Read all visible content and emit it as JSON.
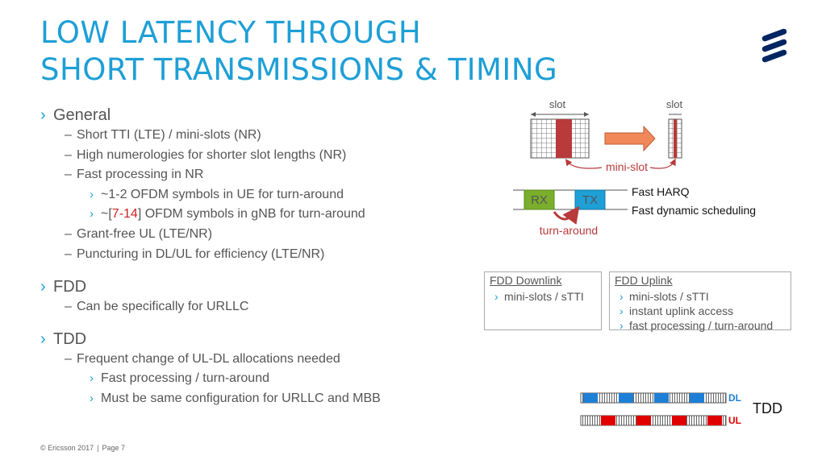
{
  "slide": {
    "title_line1": "LOW LATENCY THROUGH",
    "title_line2": "SHORT TRANSMISSIONS & TIMING",
    "footer_copyright": "© Ericsson 2017",
    "footer_separator": "|",
    "footer_page": "Page 7"
  },
  "bullets": {
    "general": {
      "heading": "General",
      "items": [
        "Short TTI (LTE) / mini-slots (NR)",
        "High numerologies for shorter slot lengths (NR)",
        "Fast processing in NR"
      ],
      "sub_items": [
        "~1-2 OFDM symbols in UE for turn-around",
        "~[7-14] OFDM symbols in gNB for turn-around"
      ],
      "sub_item2_prefix": "~[",
      "sub_item2_highlight": "7-14",
      "sub_item2_suffix": "] OFDM symbols in gNB for turn-around",
      "items_after": [
        "Grant-free UL (LTE/NR)",
        "Puncturing in DL/UL for efficiency (LTE/NR)"
      ]
    },
    "fdd": {
      "heading": "FDD",
      "items": [
        "Can be specifically for URLLC"
      ]
    },
    "tdd": {
      "heading": "TDD",
      "items": [
        "Frequent change of UL-DL allocations needed"
      ],
      "sub_items": [
        "Fast processing / turn-around",
        "Must be same configuration for URLLC and MBB"
      ]
    }
  },
  "diagram": {
    "slot_label_left": "slot",
    "slot_label_right": "slot",
    "mini_slot_label": "mini-slot",
    "rx_label": "RX",
    "tx_label": "TX",
    "fast_harq": "Fast HARQ",
    "fast_scheduling": "Fast dynamic scheduling",
    "turnaround_label": "turn-around",
    "fdd_downlink": {
      "title": "FDD  Downlink",
      "items": [
        "mini-slots / sTTI"
      ]
    },
    "fdd_uplink": {
      "title": "FDD Uplink",
      "items": [
        "mini-slots / sTTI",
        "instant uplink access",
        "fast processing / turn-around"
      ]
    },
    "tdd_label": "TDD",
    "dl_label": "DL",
    "ul_label": "UL"
  },
  "colors": {
    "accent_blue": "#1e9fd6",
    "red_block": "#b83a3a",
    "orange_arrow": "#f0885a",
    "rx_green": "#7aae2c",
    "tx_blue": "#1e9fd6",
    "dl_blue": "#1e7fd6",
    "ul_red": "#e00000",
    "logo_navy": "#002561"
  }
}
